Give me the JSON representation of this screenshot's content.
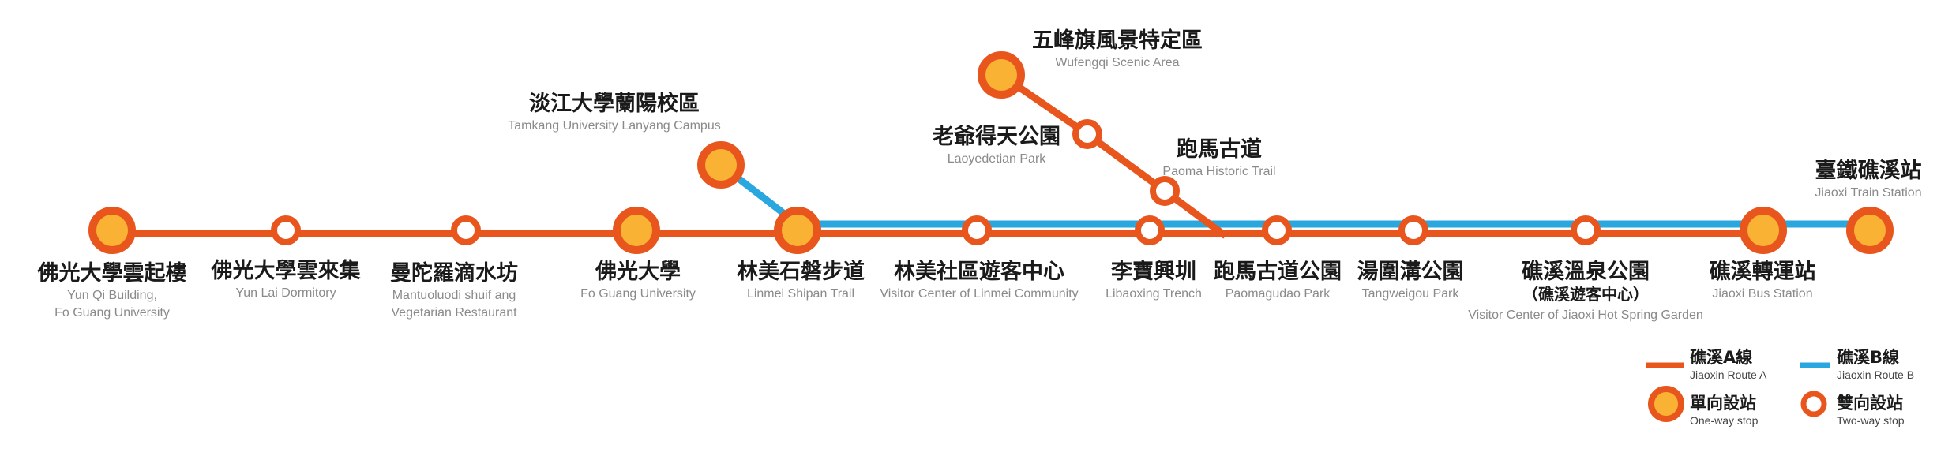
{
  "colors": {
    "route_a": "#E8561E",
    "route_b": "#2AA7DE",
    "stop_fill": "#F9B233",
    "stop_ring": "#E8561E",
    "two_way_fill": "#FFFFFF"
  },
  "stations": [
    {
      "id": "foguang-yunqi",
      "zh": "佛光大學雲起樓",
      "en": [
        "Yun Qi Building,",
        "Fo Guang University"
      ],
      "type": "one-way"
    },
    {
      "id": "yunlai-dormitory",
      "zh": "佛光大學雲來集",
      "en": [
        "Yun Lai Dormitory"
      ],
      "type": "two-way"
    },
    {
      "id": "mantuoluodi",
      "zh": "曼陀羅滴水坊",
      "en": [
        "Mantuoluodi shuif ang",
        "Vegetarian Restaurant"
      ],
      "type": "two-way"
    },
    {
      "id": "fo-guang-university",
      "zh": "佛光大學",
      "en": [
        "Fo Guang University"
      ],
      "type": "one-way"
    },
    {
      "id": "linmei-shipan",
      "zh": "林美石磐步道",
      "en": [
        "Linmei Shipan Trail"
      ],
      "type": "one-way"
    },
    {
      "id": "linmei-visitor-center",
      "zh": "林美社區遊客中心",
      "en": [
        "Visitor Center of Linmei Community"
      ],
      "type": "two-way"
    },
    {
      "id": "libaoxing",
      "zh": "李寶興圳",
      "en": [
        "Libaoxing Trench"
      ],
      "type": "two-way"
    },
    {
      "id": "paomagudao-park",
      "zh": "跑馬古道公園",
      "en": [
        "Paomagudao Park"
      ],
      "type": "two-way"
    },
    {
      "id": "tangweigou",
      "zh": "湯圍溝公園",
      "en": [
        "Tangweigou Park"
      ],
      "type": "two-way"
    },
    {
      "id": "jiaoxi-hot-spring",
      "zh": "礁溪溫泉公園",
      "zh_sub": "（礁溪遊客中心）",
      "en": [
        "Visitor Center of Jiaoxi Hot Spring Garden"
      ],
      "type": "two-way"
    },
    {
      "id": "jiaoxi-bus",
      "zh": "礁溪轉運站",
      "en": [
        "Jiaoxi Bus Station"
      ],
      "type": "one-way"
    },
    {
      "id": "jiaoxi-train",
      "zh": "臺鐵礁溪站",
      "en": [
        "Jiaoxi Train Station"
      ],
      "type": "one-way"
    },
    {
      "id": "tamkang-lanyang",
      "zh": "淡江大學蘭陽校區",
      "en": [
        "Tamkang University Lanyang Campus"
      ],
      "type": "one-way"
    },
    {
      "id": "wufengqi",
      "zh": "五峰旗風景特定區",
      "en": [
        "Wufengqi Scenic Area"
      ],
      "type": "one-way"
    },
    {
      "id": "laoyedetian",
      "zh": "老爺得天公園",
      "en": [
        "Laoyedetian Park"
      ],
      "type": "two-way"
    },
    {
      "id": "paoma-trail",
      "zh": "跑馬古道",
      "en": [
        "Paoma Historic Trail"
      ],
      "type": "two-way"
    }
  ],
  "legend": {
    "route_a": {
      "zh": "礁溪A線",
      "en": "Jiaoxin Route A"
    },
    "route_b": {
      "zh": "礁溪B線",
      "en": "Jiaoxin Route B"
    },
    "one_way": {
      "zh": "單向設站",
      "en": "One-way stop"
    },
    "two_way": {
      "zh": "雙向設站",
      "en": "Two-way stop"
    }
  }
}
